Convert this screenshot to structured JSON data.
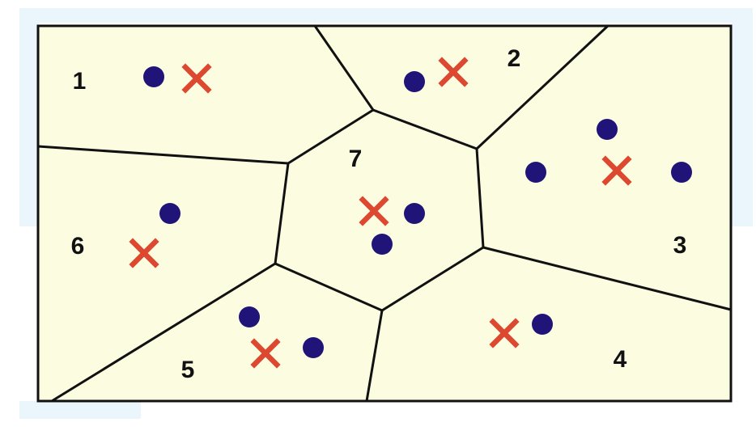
{
  "colors": {
    "page_background": "#ffffff",
    "glow": "#eaf5fc",
    "cell_fill": "#fcfde0",
    "border": "#111111",
    "point": "#201478",
    "centroid": "#dc4830"
  },
  "icons": {
    "point": "filled-circle",
    "centroid": "x-mark"
  },
  "cells": [
    {
      "id": "1",
      "label": "1"
    },
    {
      "id": "2",
      "label": "2"
    },
    {
      "id": "3",
      "label": "3"
    },
    {
      "id": "4",
      "label": "4"
    },
    {
      "id": "5",
      "label": "5"
    },
    {
      "id": "6",
      "label": "6"
    },
    {
      "id": "7",
      "label": "7"
    }
  ]
}
